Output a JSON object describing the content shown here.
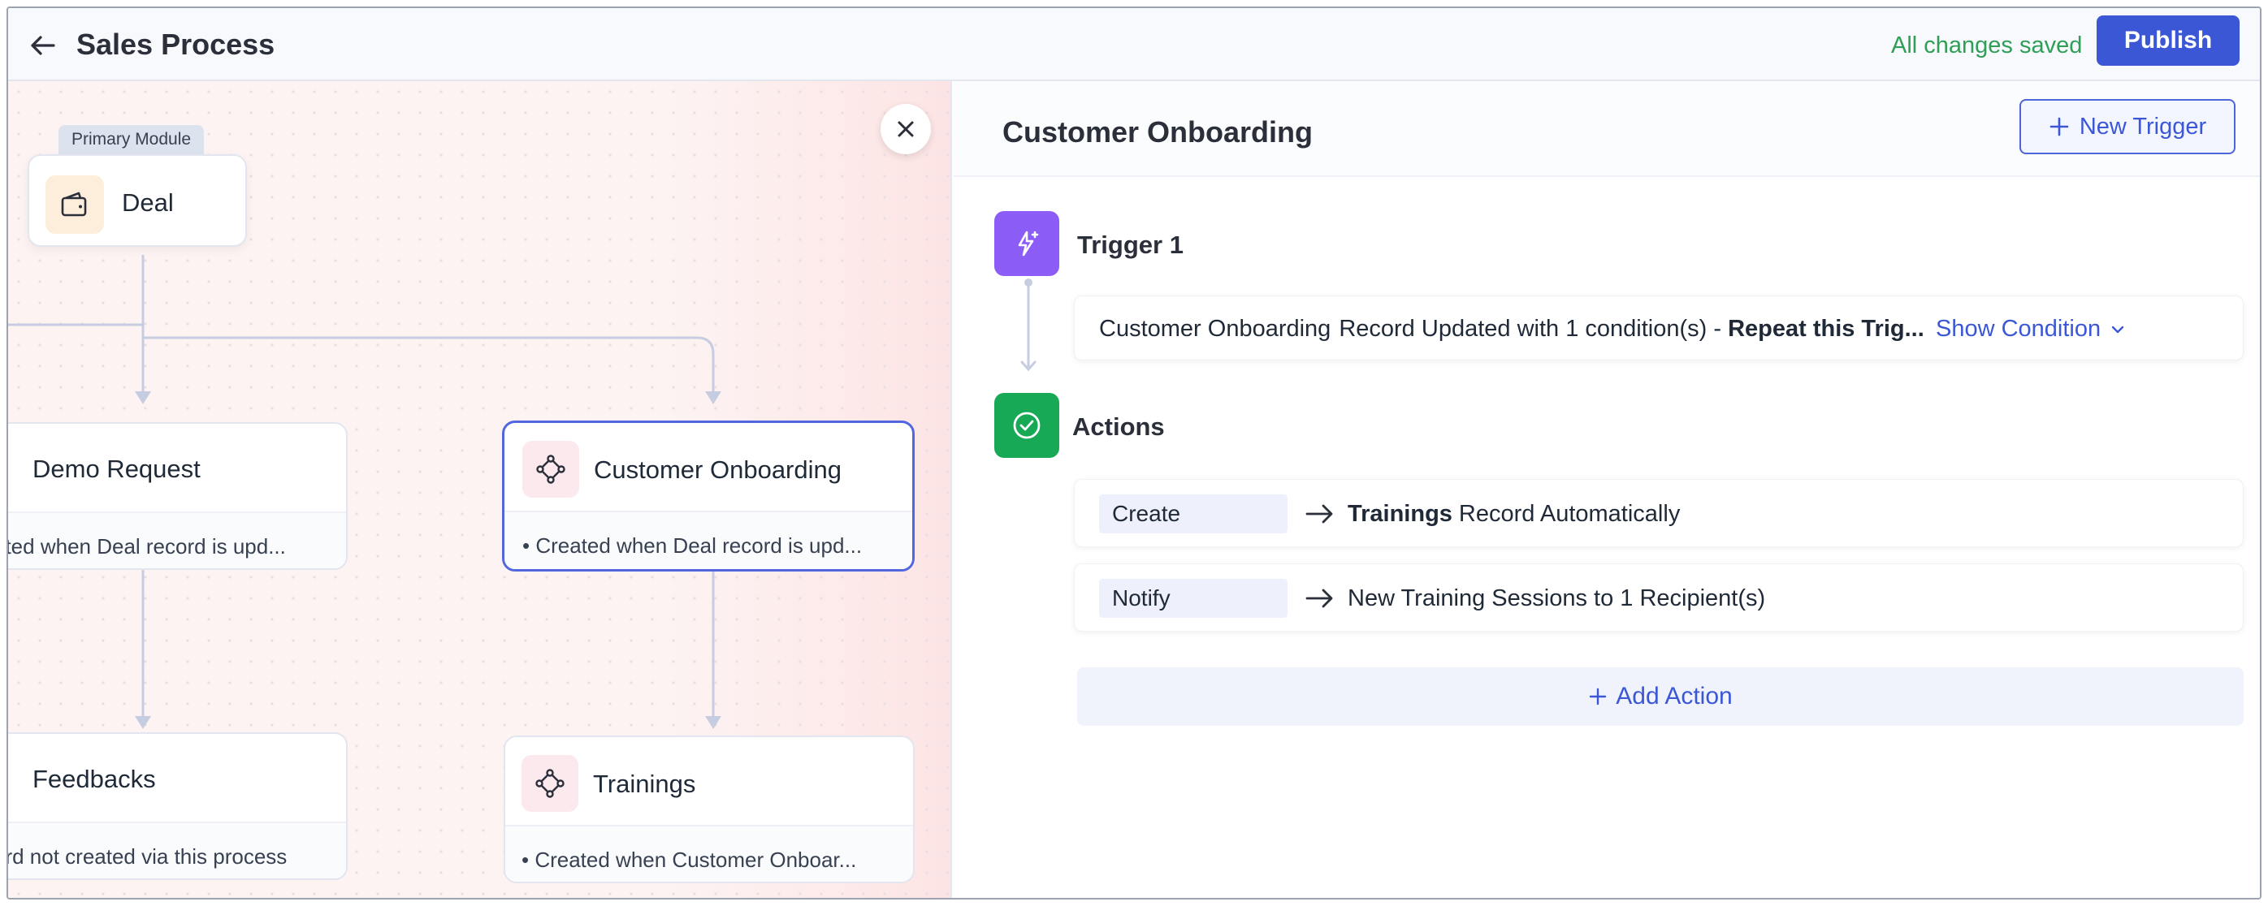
{
  "header": {
    "title": "Sales Process",
    "status": "All changes saved",
    "publish_label": "Publish"
  },
  "canvas": {
    "primary_badge": "Primary Module",
    "deal": {
      "label": "Deal"
    },
    "nodes": [
      {
        "title": "Demo Request",
        "desc": "ated when Deal record is upd..."
      },
      {
        "title": "Customer Onboarding",
        "desc": "Created when Deal record is upd..."
      },
      {
        "title": "Feedbacks",
        "desc": "ord not created via this process"
      },
      {
        "title": "Trainings",
        "desc": "Created when Customer Onboar..."
      }
    ]
  },
  "panel": {
    "title": "Customer Onboarding",
    "new_trigger_label": "New Trigger",
    "trigger": {
      "label": "Trigger 1",
      "module": "Customer Onboarding",
      "event": "Record Updated with 1 condition(s) - ",
      "repeat": "Repeat this Trig...",
      "show_condition": "Show Condition"
    },
    "actions_label": "Actions",
    "actions": [
      {
        "type": "Create",
        "module": "Trainings",
        "text": "Record Automatically"
      },
      {
        "type": "Notify",
        "module": "",
        "text": "New Training Sessions to 1 Recipient(s)"
      }
    ],
    "add_action_label": "Add Action"
  },
  "colors": {
    "accent": "#3b57d6",
    "saved": "#2f9e57",
    "trigger": "#8b5cf6",
    "actions": "#18a957"
  }
}
